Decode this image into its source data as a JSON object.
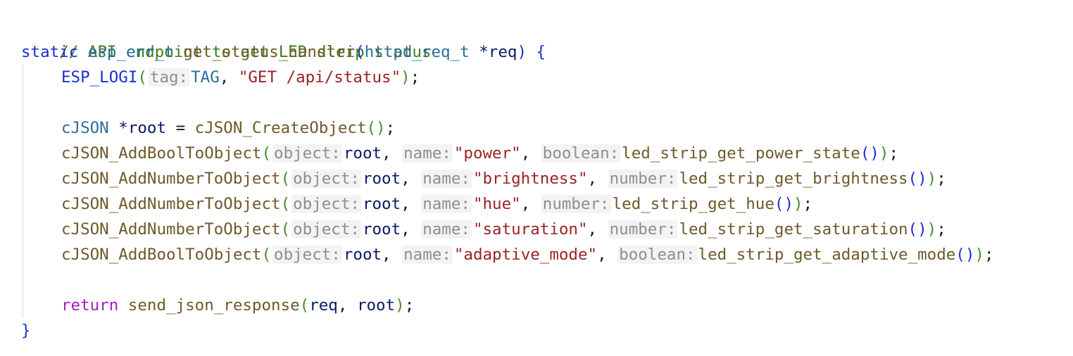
{
  "code": {
    "comment": "// API endpoint to get LED strip status",
    "sig": {
      "static_kw": "static",
      "ret_type": "esp_err_t",
      "fn_name": "get_status_handler",
      "open_paren": "(",
      "param_type": "httpd_req_t",
      "star": "*",
      "param_name": "req",
      "close_paren": ")",
      "open_brace": "{"
    },
    "log": {
      "macro": "ESP_LOGI",
      "open": "(",
      "hint": "tag:",
      "tag": "TAG",
      "comma": ",",
      "msg": "\"GET /api/status\"",
      "close": ")",
      "semi": ";"
    },
    "create": {
      "type": "cJSON",
      "star": "*",
      "var": "root",
      "eq": "=",
      "fn": "cJSON_CreateObject",
      "parens": "()",
      "semi": ";"
    },
    "add_lines": [
      {
        "fn": "cJSON_AddBoolToObject",
        "hint_obj": "object:",
        "obj": "root",
        "hint_name": "name:",
        "name": "\"power\"",
        "hint_val": "boolean:",
        "val_fn": "led_strip_get_power_state"
      },
      {
        "fn": "cJSON_AddNumberToObject",
        "hint_obj": "object:",
        "obj": "root",
        "hint_name": "name:",
        "name": "\"brightness\"",
        "hint_val": "number:",
        "val_fn": "led_strip_get_brightness"
      },
      {
        "fn": "cJSON_AddNumberToObject",
        "hint_obj": "object:",
        "obj": "root",
        "hint_name": "name:",
        "name": "\"hue\"",
        "hint_val": "number:",
        "val_fn": "led_strip_get_hue"
      },
      {
        "fn": "cJSON_AddNumberToObject",
        "hint_obj": "object:",
        "obj": "root",
        "hint_name": "name:",
        "name": "\"saturation\"",
        "hint_val": "number:",
        "val_fn": "led_strip_get_saturation"
      },
      {
        "fn": "cJSON_AddBoolToObject",
        "hint_obj": "object:",
        "obj": "root",
        "hint_name": "name:",
        "name": "\"adaptive_mode\"",
        "hint_val": "boolean:",
        "val_fn": "led_strip_get_adaptive_mode"
      }
    ],
    "ret": {
      "kw": "return",
      "fn": "send_json_response",
      "open": "(",
      "a1": "req",
      "comma": ",",
      "a2": "root",
      "close": ")",
      "semi": ";"
    },
    "close_brace": "}"
  }
}
